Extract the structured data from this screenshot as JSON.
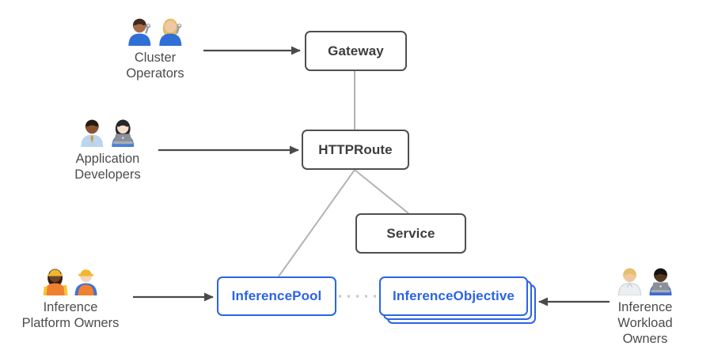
{
  "nodes": {
    "gateway": {
      "label": "Gateway"
    },
    "httproute": {
      "label": "HTTPRoute"
    },
    "service": {
      "label": "Service"
    },
    "inference_pool": {
      "label": "InferencePool"
    },
    "inference_objective": {
      "label": "InferenceObjective",
      "stacked_copies": 3
    }
  },
  "personas": {
    "cluster_operators": {
      "label": "Cluster\nOperators",
      "emoji": "👨🏽‍🔧 👩🏼‍🔧",
      "icons": [
        "man-mechanic",
        "woman-mechanic"
      ]
    },
    "application_developers": {
      "label": "Application\nDevelopers",
      "emoji": "👨🏾‍💼 👩🏻‍💻",
      "icons": [
        "man-office-worker",
        "woman-technologist"
      ]
    },
    "inference_platform_owners": {
      "label": "Inference\nPlatform Owners",
      "emoji": "👷🏾‍♀️ 👷🏻",
      "icons": [
        "woman-construction-worker",
        "man-construction-worker"
      ]
    },
    "inference_workload_owners": {
      "label": "Inference\nWorkload Owners",
      "emoji": "🧑🏼‍🔬 🧑🏿‍💻",
      "icons": [
        "person-scientist",
        "person-technologist"
      ]
    }
  },
  "edges": [
    {
      "from": "cluster_operators",
      "to": "gateway",
      "type": "arrow"
    },
    {
      "from": "application_developers",
      "to": "httproute",
      "type": "arrow"
    },
    {
      "from": "inference_platform_owners",
      "to": "inference_pool",
      "type": "arrow"
    },
    {
      "from": "inference_workload_owners",
      "to": "inference_objective",
      "type": "arrow"
    },
    {
      "from": "gateway",
      "to": "httproute",
      "type": "line"
    },
    {
      "from": "httproute",
      "to": "service",
      "type": "line"
    },
    {
      "from": "httproute",
      "to": "inference_pool",
      "type": "line"
    },
    {
      "from": "inference_pool",
      "to": "inference_objective",
      "type": "dotted"
    }
  ],
  "colors": {
    "accent_blue": "#2b64e6",
    "node_border": "#4f4f4f",
    "node_text": "#3d3d3d",
    "connector": "#b3b3b3",
    "dotted": "#c7c7c7",
    "arrow": "#4a4a4a",
    "persona_text": "#4c4c4c"
  }
}
